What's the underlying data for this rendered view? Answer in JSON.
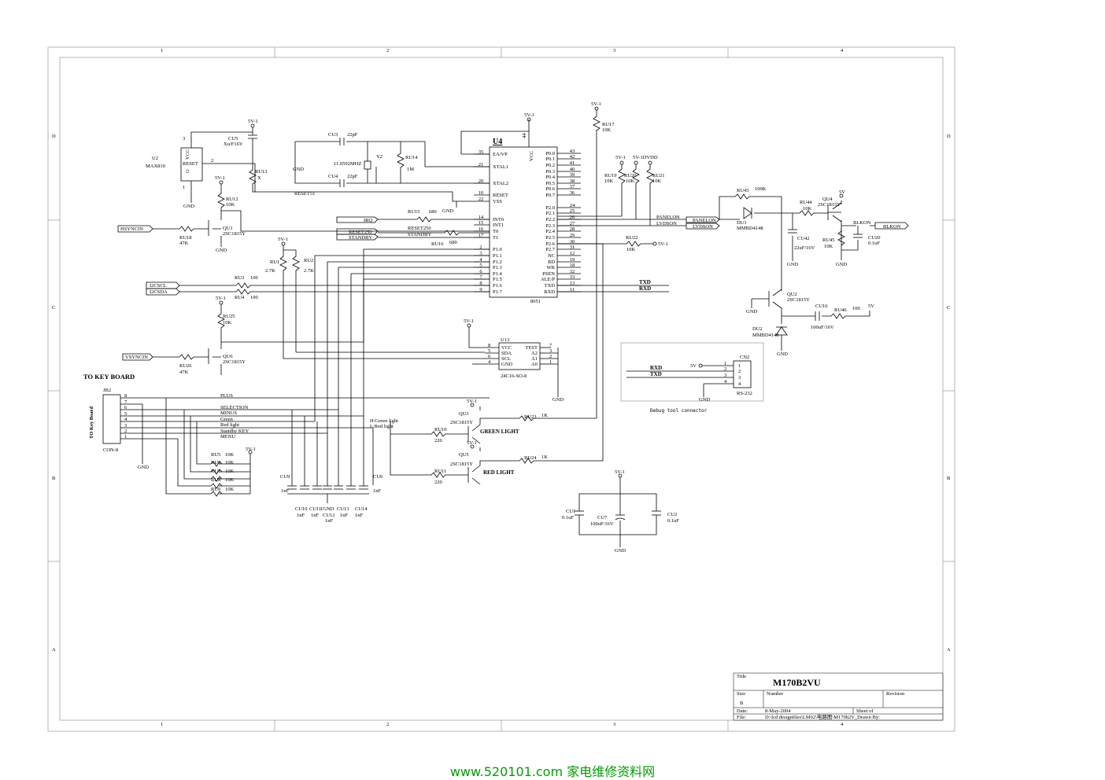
{
  "frame": {
    "top_cols": [
      "1",
      "2",
      "3",
      "4"
    ],
    "bottom_cols": [
      "1",
      "2",
      "3",
      "4"
    ],
    "left_rows": [
      "D",
      "C",
      "B",
      "A"
    ],
    "right_rows": [
      "D",
      "C",
      "B",
      "A"
    ]
  },
  "title_block": {
    "title_label": "Title",
    "title": "M170B2VU",
    "size_label": "Size",
    "size": "B",
    "number_label": "Number",
    "revision_label": "Revision",
    "date_label": "Date:",
    "date": "8-May-2004",
    "sheet_label": "Sheet   of",
    "file_label": "File:",
    "file": "D:\\lcd designfiles\\LM02\\电路图\\M170b2V_Drawn By:"
  },
  "u4": {
    "ref": "U4",
    "part": "8051",
    "vcc_label": "VCC",
    "vcc_pin": "44",
    "left_pins": [
      {
        "num": "35",
        "name": "EA/VP"
      },
      {
        "num": "21",
        "name": "XTAL1"
      },
      {
        "num": "20",
        "name": "XTAL2"
      },
      {
        "num": "10",
        "name": "RESET"
      },
      {
        "num": "22",
        "name": "VSS"
      },
      {
        "num": "14",
        "name": "INT0"
      },
      {
        "num": "15",
        "name": "INT1"
      },
      {
        "num": "16",
        "name": "T0"
      },
      {
        "num": "17",
        "name": "T1"
      },
      {
        "num": "2",
        "name": "P1.0"
      },
      {
        "num": "3",
        "name": "P1.1"
      },
      {
        "num": "4",
        "name": "P1.2"
      },
      {
        "num": "5",
        "name": "P1.3"
      },
      {
        "num": "6",
        "name": "P1.4"
      },
      {
        "num": "7",
        "name": "P1.5"
      },
      {
        "num": "8",
        "name": "P1.6"
      },
      {
        "num": "9",
        "name": "P1.7"
      }
    ],
    "right_pins": [
      {
        "num": "43",
        "name": "P0.0"
      },
      {
        "num": "42",
        "name": "P0.1"
      },
      {
        "num": "41",
        "name": "P0.2"
      },
      {
        "num": "40",
        "name": "P0.3"
      },
      {
        "num": "39",
        "name": "P0.4"
      },
      {
        "num": "38",
        "name": "P0.5"
      },
      {
        "num": "37",
        "name": "P0.6"
      },
      {
        "num": "36",
        "name": "P0.7"
      },
      {
        "num": "24",
        "name": "P2.0"
      },
      {
        "num": "25",
        "name": "P2.1"
      },
      {
        "num": "26",
        "name": "P2.2"
      },
      {
        "num": "27",
        "name": "P2.3"
      },
      {
        "num": "28",
        "name": "P2.4"
      },
      {
        "num": "29",
        "name": "P2.5"
      },
      {
        "num": "30",
        "name": "P2.6"
      },
      {
        "num": "31",
        "name": "P2.7"
      },
      {
        "num": "12",
        "name": "NC"
      },
      {
        "num": "19",
        "name": "RD"
      },
      {
        "num": "18",
        "name": "WR"
      },
      {
        "num": "32",
        "name": "PSEN"
      },
      {
        "num": "33",
        "name": "ALE/P"
      },
      {
        "num": "13",
        "name": "TXD"
      },
      {
        "num": "11",
        "name": "RXD"
      }
    ]
  },
  "u13": {
    "ref": "U13",
    "part": "24C16-SO-8",
    "left_pins": [
      {
        "num": "8",
        "name": "VCC"
      },
      {
        "num": "5",
        "name": "SDA"
      },
      {
        "num": "6",
        "name": "SCL"
      },
      {
        "num": "4",
        "name": "GND"
      }
    ],
    "right_pins": [
      {
        "num": "7",
        "name": "TEST"
      },
      {
        "num": "3",
        "name": "A2"
      },
      {
        "num": "2",
        "name": "A1"
      },
      {
        "num": "1",
        "name": "A0"
      }
    ]
  },
  "u2": {
    "ref": "U2",
    "part": "MAX810",
    "reset": "RESET",
    "vcc": "VCC",
    "g": "G",
    "pin3": "3",
    "pin2": "2",
    "pin1": "1"
  },
  "power": {
    "v5_1": "5V-1",
    "gnd": "GND",
    "v5": "5V",
    "v5_1dvdd": "5V-1DVDD"
  },
  "nets": {
    "reset51": "RESET51",
    "reset250_in": "RESET250",
    "reset250": "RESET250",
    "standby_in": "STANDBY",
    "standby": "STANDBY",
    "irq": "IRQ",
    "hsyncin": "HSYNCIN",
    "vsyncin": "VSYNCIN",
    "i2cscl": "I2CSCL",
    "i2csda": "I2CSDA",
    "panelon": "PANELON",
    "panelon_out": "PANELON",
    "lvdson": "LVDSON",
    "lvdson_out": "LVDSON",
    "blkon": "BLKON",
    "blkon_out": "BLKON",
    "txd": "TXD",
    "rxd": "RXD",
    "plus": "PLUS",
    "selection": "SELECTION",
    "minus": "MINUS",
    "green": "Green",
    "red_light": "Red light",
    "standby_key": "Standby KEY",
    "menu": "MENU",
    "h_green": "H:Green light",
    "l_red": "L:Red light"
  },
  "components": {
    "cu5": "CU5",
    "cu5v": "Xu/F16V",
    "cu3": "CU3",
    "cu3v": "22pF",
    "cu4": "CU4",
    "cu4v": "22pF",
    "y2": "Y2",
    "y2v": "11.0592MHZ",
    "ru14": "RU14",
    "ru14v": "1M",
    "ru13": "RU13",
    "ru13v": "X",
    "ru12": "RU12",
    "ru12v": "10K",
    "qu1": "QU1",
    "qu1v": "2SC1815Y",
    "ru18": "RU18",
    "ru18v": "47K",
    "ru15": "RU15",
    "ru15v": "680",
    "ru16": "RU16",
    "ru16v": "680",
    "ru1": "RU1",
    "ru1v": "2.7K",
    "ru2": "RU2",
    "ru2v": "2.7K",
    "ru3": "RU3",
    "ru3v": "100",
    "ru4": "RU4",
    "ru4v": "100",
    "ru25": "RU25",
    "ru25v": "10K",
    "qu6": "QU6",
    "qu6v": "2SC1815Y",
    "ru26": "RU26",
    "ru26v": "47K",
    "ru17": "RU17",
    "ru17v": "10K",
    "ru19": "RU19",
    "ru19v": "10K",
    "ru20": "RU20",
    "ru20v": "10K",
    "ru21": "RU21",
    "ru21v": "10K",
    "ru22": "RU22",
    "ru22v": "10K",
    "ru43": "RU43",
    "ru43v": "100K",
    "du1": "DU1",
    "du1v": "MMBD4148",
    "cu42": "CU42",
    "cu42v": "22uF/16V",
    "ru44": "RU44",
    "ru44v": "10K",
    "qu4": "QU4",
    "qu4v": "2SC1815Y",
    "ru45": "RU45",
    "ru45v": "10K",
    "cu20": "CU20",
    "cu20v": "0.1uF",
    "qu2": "QU2",
    "qu2v": "2SC1815Y",
    "cu16": "CU16",
    "cu16v": "100uF/16V",
    "ru46": "RU46",
    "ru46v": "100",
    "du2": "DU2",
    "du2v": "MMBD4148",
    "cn2": "CN2",
    "cn2v": "RS-232",
    "debug": "Debug tool connector",
    "qu3": "QU3",
    "qu3v": "2SC1815Y",
    "ru23": "RU23",
    "ru23v": "1K",
    "ru10": "RU10",
    "ru10v": "220",
    "green_light": "GREEN LIGHT",
    "qu5": "QU5",
    "qu5v": "2SC1815Y",
    "ru24": "RU24",
    "ru24v": "1K",
    "ru11": "RU11",
    "ru11v": "220",
    "red_light": "RED LIGHT",
    "cu1": "CU1",
    "cu1v": "0.1uF",
    "cu7": "CU7",
    "cu7v": "100uF/16V",
    "cu2": "CU2",
    "cu2v": "0.1uF",
    "jb2": "JB2",
    "jb2v": "CON-8",
    "to_key_board": "TO KEY BOARD",
    "to_key_board_v": "TO Key Board",
    "ru5": "RU5",
    "ru6": "RU6",
    "ru7": "RU7",
    "ru8": "RU8",
    "ru9": "RU9",
    "rk": "10K",
    "cu9": "CU9",
    "cu10": "CU10",
    "cu11": "CU11",
    "cu12": "CU12",
    "cu13": "CU13",
    "cu14": "CU14",
    "cu6": "CU6",
    "c1nf": "1nF",
    "c1gnd": "1GND"
  },
  "jb2_pins": [
    "8",
    "7",
    "6",
    "5",
    "4",
    "3",
    "2",
    "1"
  ],
  "cn2_pins": [
    "1",
    "2",
    "3",
    "4"
  ],
  "footer": "www.520101.com  家电维修资料网"
}
